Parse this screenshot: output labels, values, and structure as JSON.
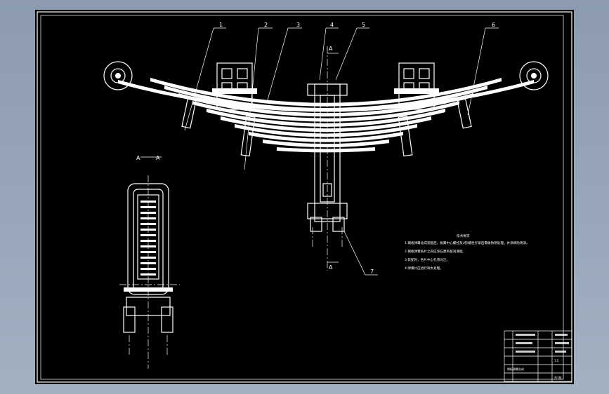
{
  "drawing": {
    "callouts": [
      "1",
      "2",
      "3",
      "4",
      "5",
      "6",
      "7"
    ],
    "section_labels": [
      "A",
      "A",
      "A",
      "A"
    ],
    "notes": {
      "title": "技术要求",
      "lines": [
        "1.钢板弹簧总成装配后，板簧中心螺栓及U形螺栓拧紧后需做防锈处理，并涂刷防锈漆。",
        "2.钢板弹簧各片之间应涂石墨钙基润滑脂。",
        "3.装配时，各片中心孔须对正。",
        "4.弹簧片应进行喷丸处理。"
      ]
    },
    "title_block": {
      "drawing_name": "钢板弹簧总成",
      "scale": "1:5",
      "sheet": "共1张"
    }
  }
}
